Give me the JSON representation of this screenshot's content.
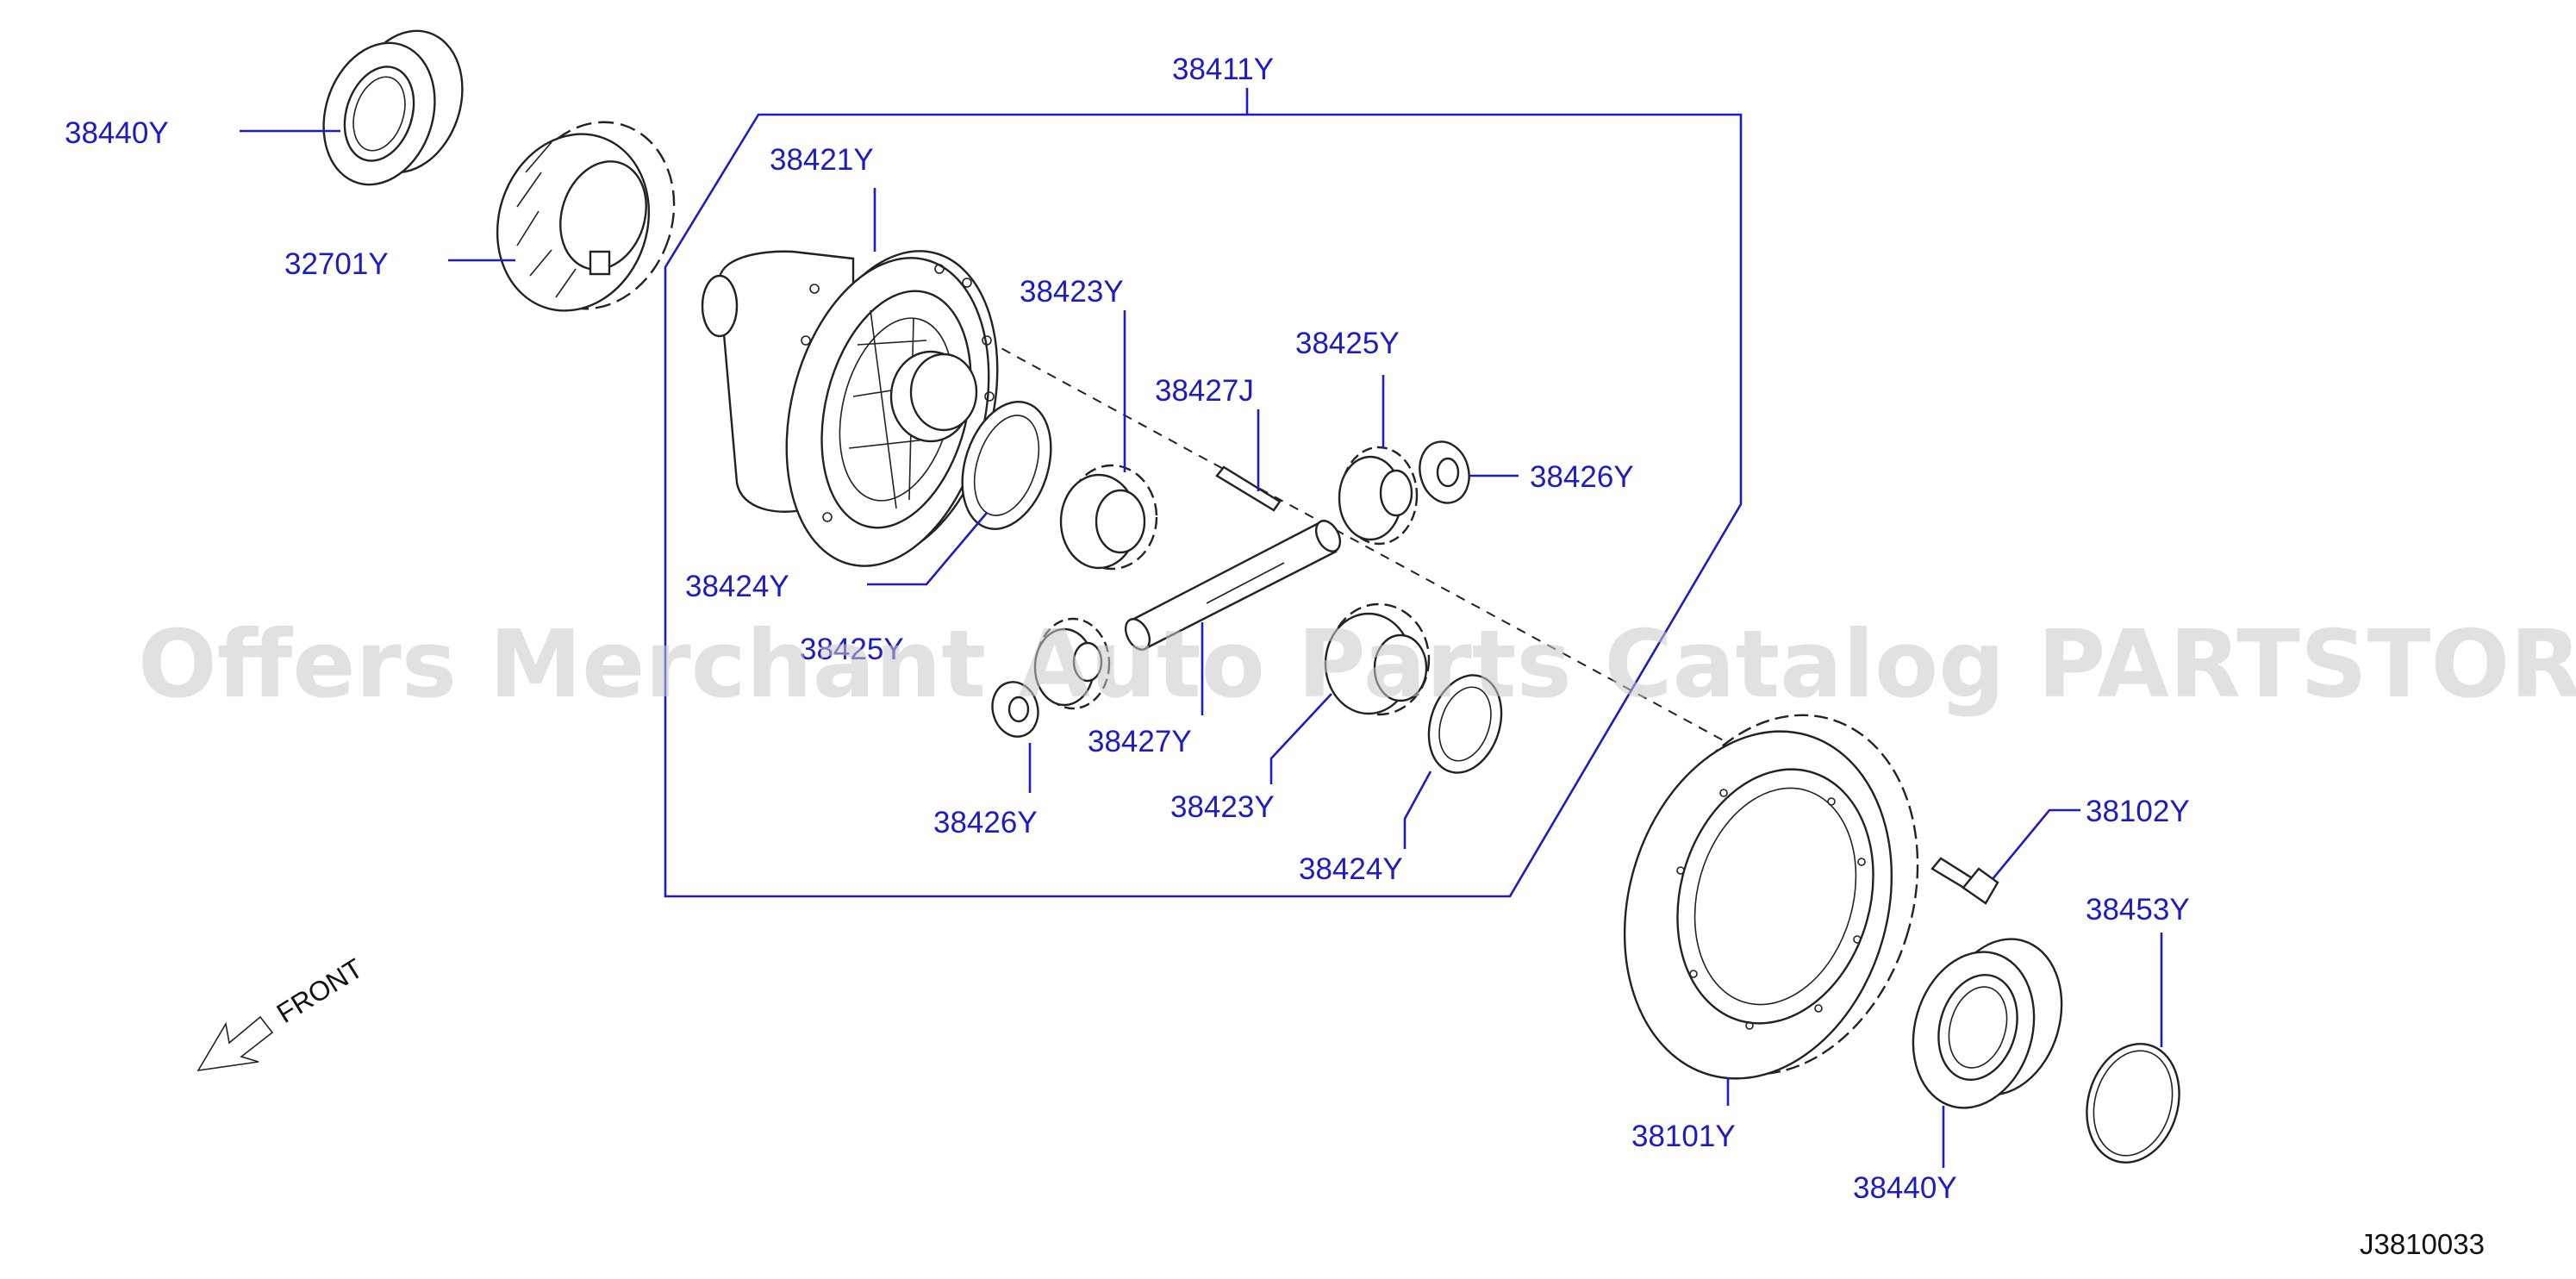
{
  "group_label": "38411Y",
  "callouts": {
    "bearing_top": "38440Y",
    "gear_32701": "32701Y",
    "case": "38421Y",
    "side_gear_top": "38423Y",
    "pin_top": "38427J",
    "pinion_top": "38425Y",
    "washer_right": "38426Y",
    "thrust_washer_left": "38424Y",
    "pinion_left": "38425Y",
    "shaft": "38427Y",
    "washer_left": "38426Y",
    "side_gear_bottom": "38423Y",
    "thrust_washer_bottom": "38424Y",
    "bolt": "38102Y",
    "seal": "38453Y",
    "ring_gear": "38101Y",
    "bearing_bottom": "38440Y"
  },
  "front_label": "FRONT",
  "figure_code": "J3810033",
  "watermark": "Offers Merchant Auto Parts Catalog PARTSTORE.SA",
  "colors": {
    "callout": "#1b1bc8",
    "outline": "#222222",
    "watermark": "#c9c9c9"
  }
}
